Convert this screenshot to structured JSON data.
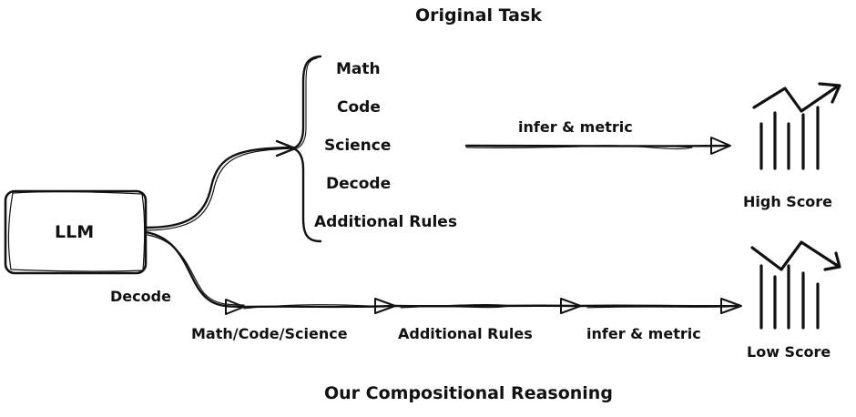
{
  "diagram": {
    "top_title": "Original Task",
    "bottom_title": "Our Compositional Reasoning",
    "model_box": "LLM",
    "task_list": [
      "Math",
      "Code",
      "Science",
      "Decode",
      "Additional Rules"
    ],
    "upper_arrow_label": "infer & metric",
    "upper_result": "High Score",
    "lower_branch_label": "Decode",
    "lower_steps": [
      "Math/Code/Science",
      "Additional Rules",
      "infer & metric"
    ],
    "lower_result": "Low Score",
    "icons": {
      "high_score": "bar-chart-trend-up-icon",
      "low_score": "bar-chart-trend-down-icon"
    },
    "ink_color": "#111111",
    "background_color": "#ffffff"
  }
}
